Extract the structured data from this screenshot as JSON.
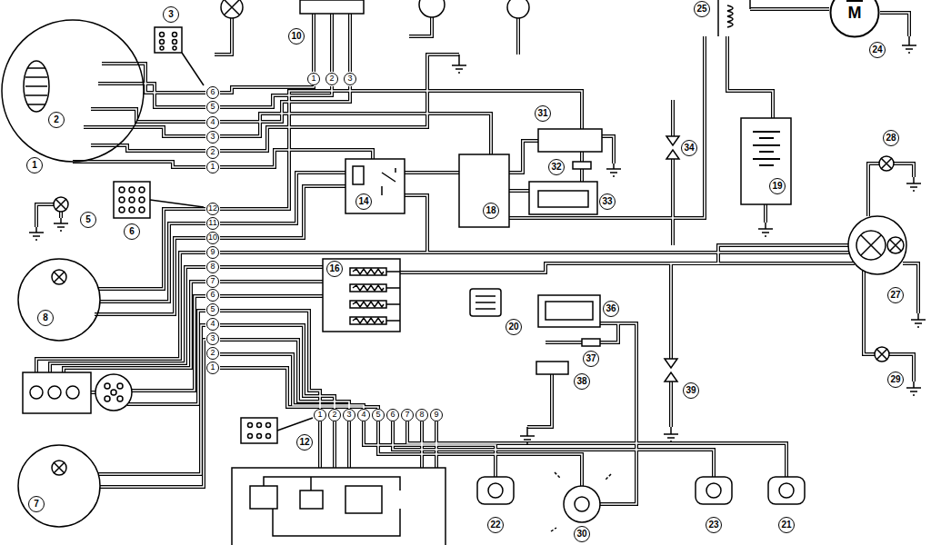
{
  "diagram": {
    "nodes": [
      {
        "text": [
          "M"
        ]
      }
    ],
    "labels": [
      "1",
      "2",
      "3",
      "5",
      "6",
      "8",
      "7",
      "10",
      "14",
      "16",
      "18",
      "12",
      "19",
      "25",
      "24",
      "28",
      "27",
      "29",
      "31",
      "32",
      "33",
      "34",
      "20",
      "36",
      "37",
      "38",
      "39",
      "22",
      "30",
      "23",
      "21",
      "6",
      "5",
      "4",
      "3",
      "2",
      "1",
      "12",
      "11",
      "10",
      "9",
      "8",
      "7",
      "6",
      "5",
      "4",
      "3",
      "2",
      "1",
      "1",
      "2",
      "3",
      "1",
      "2",
      "3",
      "4",
      "5",
      "6",
      "7",
      "8",
      "9"
    ]
  }
}
